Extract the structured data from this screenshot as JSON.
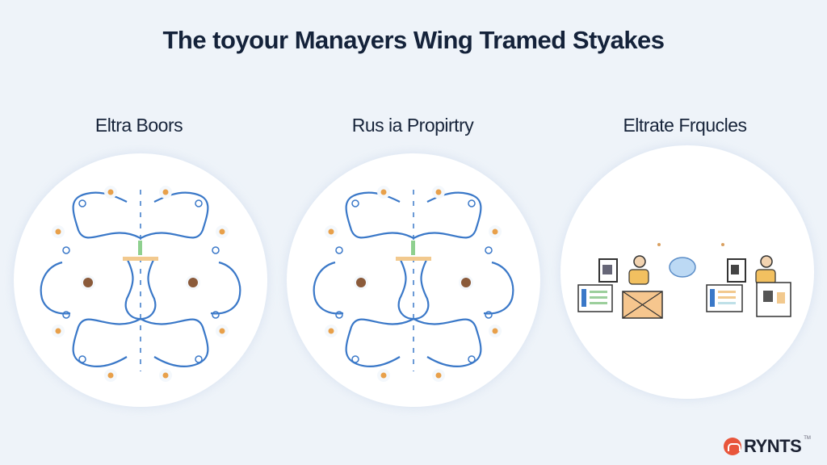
{
  "title": "The toyour Manayers Wing Tramed Styakes",
  "panels": [
    {
      "label": "Eltra Boors",
      "illustration": "network-diagram"
    },
    {
      "label": "Rus ia Propirtry",
      "illustration": "network-diagram"
    },
    {
      "label": "Eltrate Frqucles",
      "illustration": "people-at-workstations"
    }
  ],
  "brand": {
    "name": "RYNTS",
    "trademark": "TM",
    "color": "#e8553b"
  },
  "colors": {
    "line": "#3a78c8",
    "accent": "#e8a04a",
    "background": "#eef3f9"
  }
}
